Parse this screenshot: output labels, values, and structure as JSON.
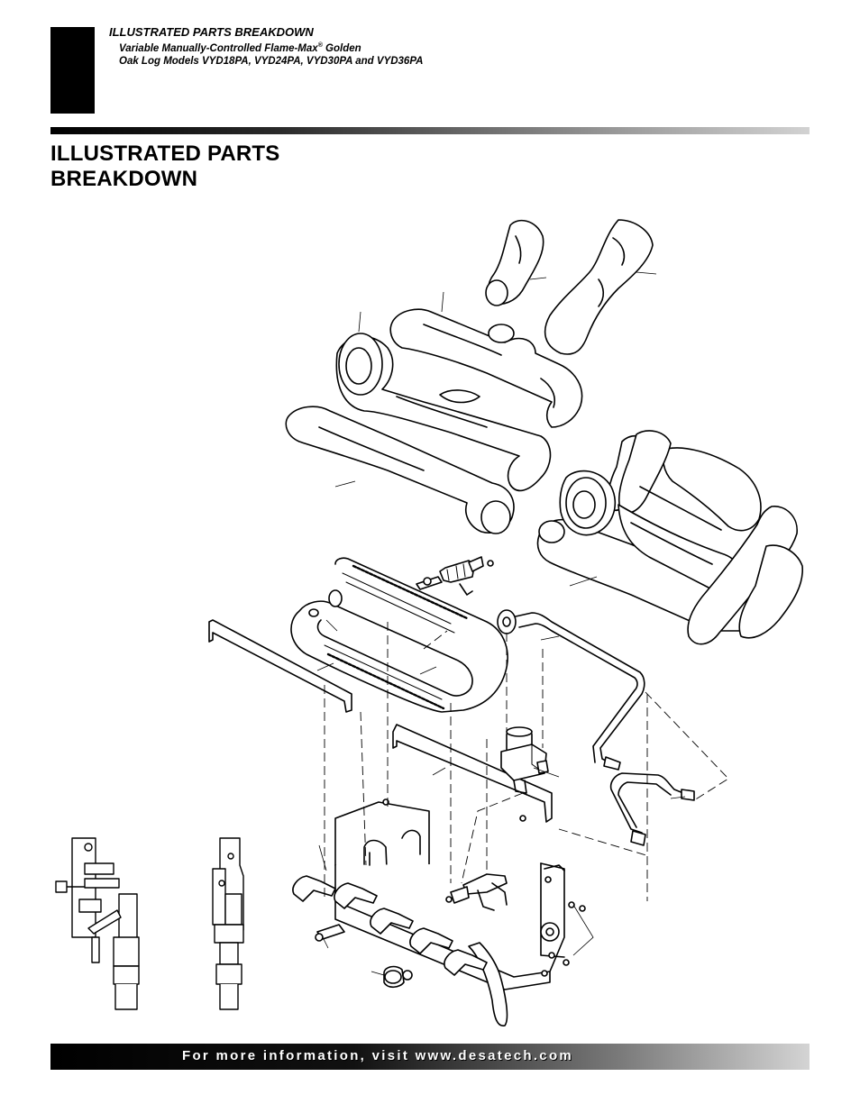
{
  "header": {
    "section": "ILLUSTRATED PARTS BREAKDOWN",
    "line1_pre": "Variable Manually-Controlled Flame-Max",
    "reg": "®",
    "line1_post": " Golden",
    "line2": "Oak Log Models VYD18PA, VYD24PA, VYD30PA and VYD36PA"
  },
  "page_title": {
    "line1": "ILLUSTRATED PARTS",
    "line2": "BREAKDOWN"
  },
  "footer": {
    "text": "For more information, visit www.desatech.com"
  }
}
